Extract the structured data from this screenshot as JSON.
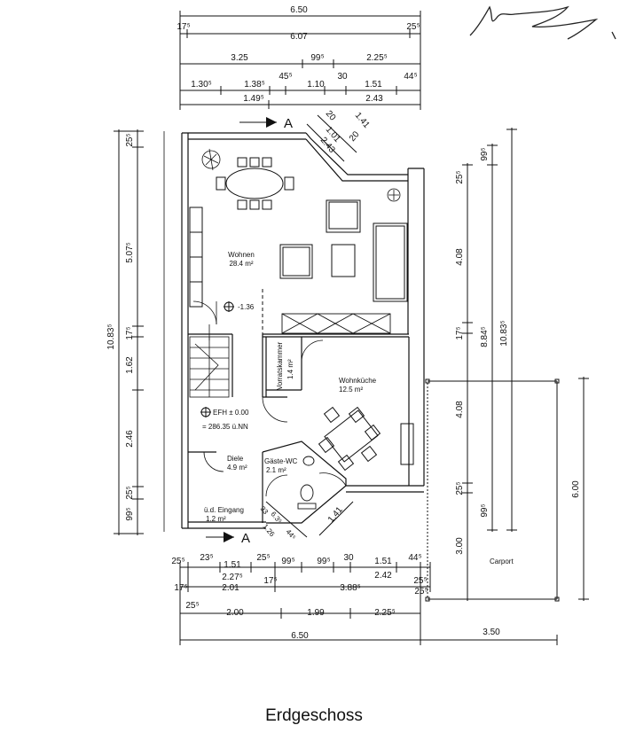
{
  "title": "Erdgeschoss",
  "section_marker": "A",
  "rooms": {
    "wohnen": {
      "name": "Wohnen",
      "area": "28.4 m²"
    },
    "vorratskammer": {
      "name": "Vorratskammer",
      "area": "1.4 m²"
    },
    "wohnkueche": {
      "name": "Wohnküche",
      "area": "12.5 m²"
    },
    "diele": {
      "name": "Diele",
      "area": "4.9 m²"
    },
    "gaeste_wc": {
      "name": "Gäste-WC",
      "area": "2.1 m²"
    },
    "eingang": {
      "name": "ü.d. Eingang",
      "area": "1.2 m²"
    },
    "carport": {
      "name": "Carport"
    }
  },
  "levels": {
    "level_step": "-1.36",
    "efh": "EFH ± 0.00",
    "nn": "= 286.35 ü.NN"
  },
  "dims_top": {
    "overall": "6.50",
    "left_wall": "17⁵",
    "right_wall": "25⁵",
    "inner": "6.07",
    "r3_a": "3.25",
    "r3_b": "99⁵",
    "r3_c": "2.25⁵",
    "r4_a": "1.30⁵",
    "r4_b": "1.38⁵",
    "r4_c": "45⁵",
    "r4_d": "1.10",
    "r4_e": "30",
    "r4_f": "1.51",
    "r4_g": "44⁵",
    "r5_a": "1.49⁵",
    "r5_b": "2.43"
  },
  "dims_bay_top": [
    "1.41",
    "20",
    "1.01",
    "2.43",
    "20"
  ],
  "dims_bay_bottom": [
    "33",
    "6.3⁵",
    "1.26",
    "44⁵",
    "1.41"
  ],
  "dims_left": [
    "10.83⁵",
    "25⁵",
    "5.07⁵",
    "17⁵",
    "1.62",
    "2.46",
    "25⁵",
    "99⁵"
  ],
  "dims_right": [
    "25⁵",
    "99⁵",
    "4.08",
    "17⁵",
    "8.84⁵",
    "10.83⁵",
    "4.08",
    "25⁵",
    "99⁵",
    "3.00",
    "6.00"
  ],
  "dims_bottom": {
    "b1": [
      "25⁵",
      "23⁵",
      "1.51",
      "25⁵",
      "99⁵",
      "99⁵",
      "30",
      "1.51",
      "44⁵"
    ],
    "b2": [
      "2.27⁵",
      "2.42",
      "25⁵"
    ],
    "b3": [
      "17⁵",
      "2.01",
      "17⁵",
      "3.88⁵",
      "25⁵"
    ],
    "b4": [
      "25⁵",
      "2.00",
      "1.99",
      "2.25⁵"
    ],
    "b5": [
      "6.50",
      "3.50"
    ]
  }
}
